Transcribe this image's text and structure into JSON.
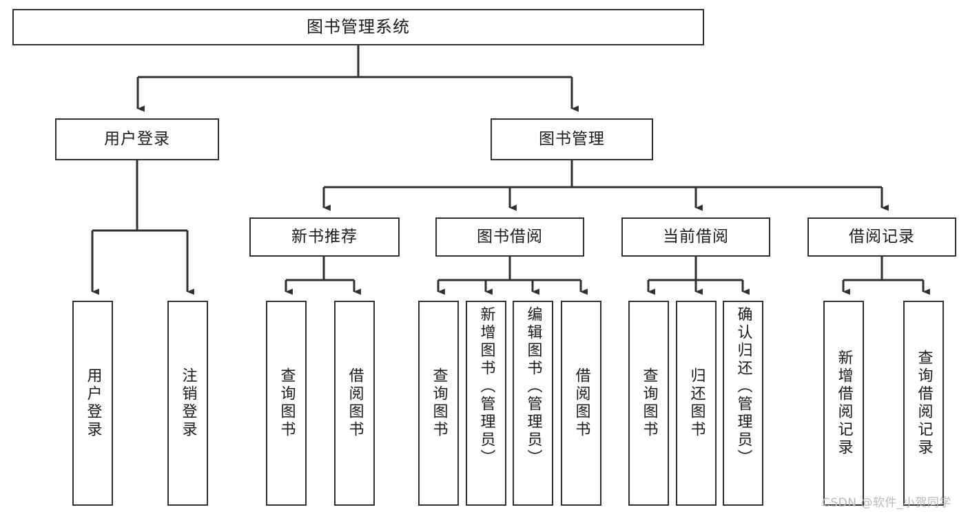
{
  "diagram": {
    "title": "图书管理系统",
    "type": "hierarchy-tree",
    "root": {
      "id": "root",
      "label": "图书管理系统"
    },
    "level2": [
      {
        "id": "user-login",
        "label": "用户登录"
      },
      {
        "id": "book-manage",
        "label": "图书管理"
      }
    ],
    "level3": [
      {
        "id": "new-book-rec",
        "label": "新书推荐",
        "parent": "book-manage"
      },
      {
        "id": "book-borrow",
        "label": "图书借阅",
        "parent": "book-manage"
      },
      {
        "id": "current-borrow",
        "label": "当前借阅",
        "parent": "book-manage"
      },
      {
        "id": "borrow-record",
        "label": "借阅记录",
        "parent": "book-manage"
      }
    ],
    "leaves": {
      "user_login": [
        {
          "id": "leaf-user-login",
          "label": "用户登录"
        },
        {
          "id": "leaf-logout",
          "label": "注销登录"
        }
      ],
      "new_book_rec": [
        {
          "id": "leaf-query-book-1",
          "label": "查询图书"
        },
        {
          "id": "leaf-borrow-book-1",
          "label": "借阅图书"
        }
      ],
      "book_borrow": [
        {
          "id": "leaf-query-book-2",
          "label": "查询图书"
        },
        {
          "id": "leaf-add-book",
          "label": "新增图书（管理员）"
        },
        {
          "id": "leaf-edit-book",
          "label": "编辑图书（管理员）"
        },
        {
          "id": "leaf-borrow-book-2",
          "label": "借阅图书"
        }
      ],
      "current_borrow": [
        {
          "id": "leaf-query-book-3",
          "label": "查询图书"
        },
        {
          "id": "leaf-return-book",
          "label": "归还图书"
        },
        {
          "id": "leaf-confirm-return",
          "label": "确认归还（管理员）"
        }
      ],
      "borrow_record": [
        {
          "id": "leaf-add-record",
          "label": "新增借阅记录"
        },
        {
          "id": "leaf-query-record",
          "label": "查询借阅记录"
        }
      ]
    }
  },
  "watermark": {
    "text": "CSDN @软件_小贺同学"
  },
  "colors": {
    "border": "#2f2f2f",
    "background": "#ffffff",
    "text": "#1a1a1a",
    "watermark": "#b9b9b9"
  }
}
